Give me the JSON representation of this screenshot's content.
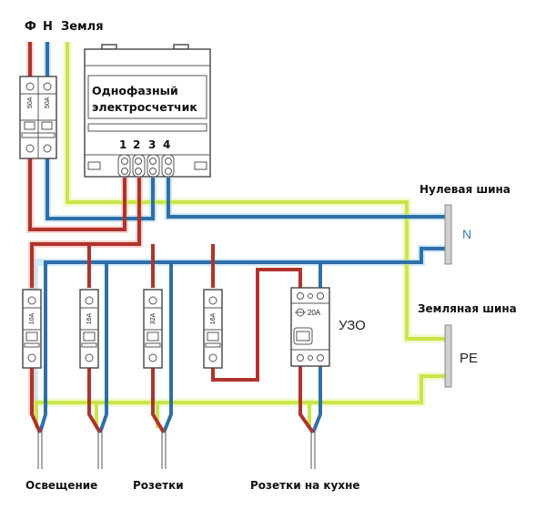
{
  "title": "Схема подключения однофазного электросчетчика",
  "input_labels": {
    "phase": "Ф",
    "neutral": "Н",
    "ground": "Земля"
  },
  "meter": {
    "line1": "Однофазный",
    "line2": "электросчетчик",
    "terminals": [
      "1",
      "2",
      "3",
      "4"
    ]
  },
  "main_breaker": {
    "poles": [
      "50A",
      "50A"
    ]
  },
  "breakers": [
    {
      "rating": "10A"
    },
    {
      "rating": "16A"
    },
    {
      "rating": "32A"
    },
    {
      "rating": "16A"
    }
  ],
  "rcd": {
    "rating": "20A",
    "label": "УЗО"
  },
  "busbars": {
    "neutral_title": "Нулевая шина",
    "neutral_mark": "N",
    "ground_title": "Земляная шина",
    "ground_mark": "PE"
  },
  "outputs": [
    {
      "label": "Освещение"
    },
    {
      "label": "Розетки"
    },
    {
      "label": "Розетки на кухне"
    }
  ],
  "colors": {
    "phase": "#b0332c",
    "neutral": "#2f6fa8",
    "ground": "#c8e64a"
  }
}
